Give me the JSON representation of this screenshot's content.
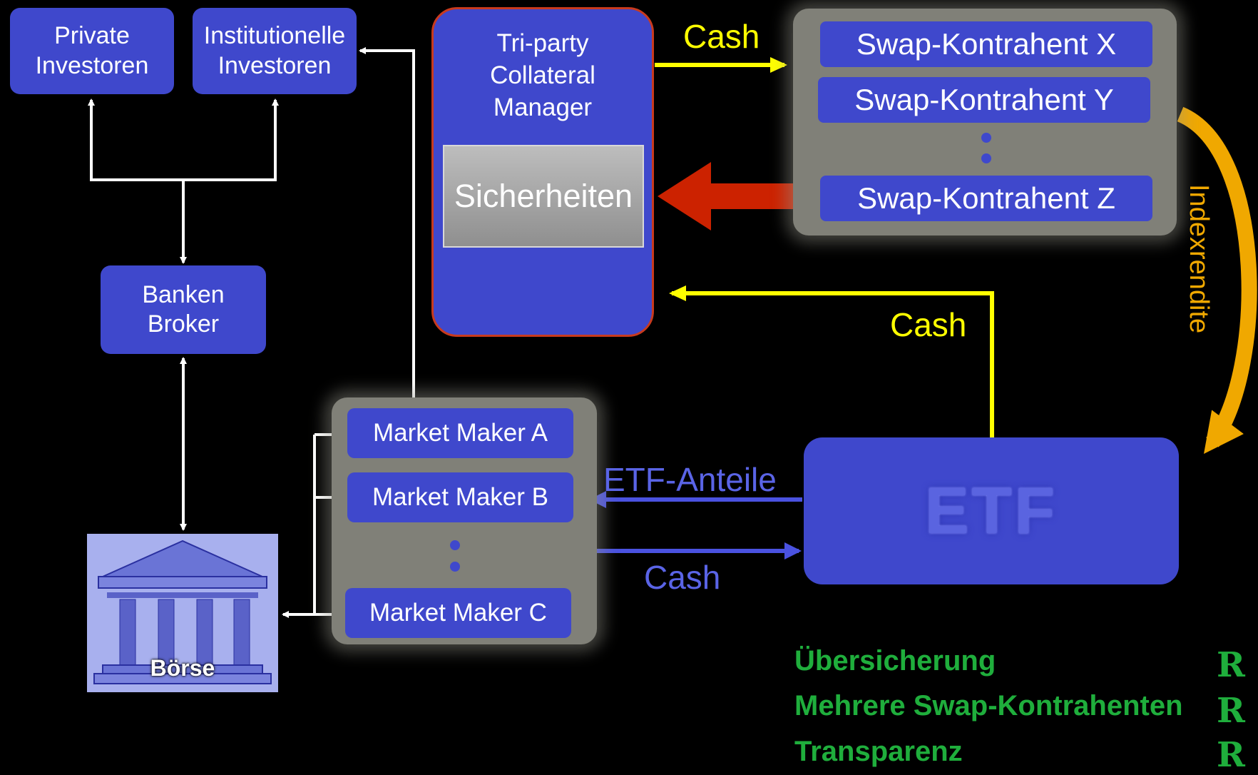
{
  "investors": {
    "private": "Private\nInvestoren",
    "institutional": "Institutionelle\nInvestoren"
  },
  "banks": "Banken\nBroker",
  "exchange": "Börse",
  "collateral_manager": {
    "title": "Tri-party\nCollateral\nManager",
    "securities": "Sicherheiten"
  },
  "swap_counterparties": [
    "Swap-Kontrahent X",
    "Swap-Kontrahent Y",
    "Swap-Kontrahent Z"
  ],
  "market_makers": [
    "Market Maker A",
    "Market Maker B",
    "Market Maker C"
  ],
  "etf": "ETF",
  "flows": {
    "cash_to_swap": "Cash",
    "cash_from_etf": "Cash",
    "etf_shares": "ETF-Anteile",
    "cash_to_etf": "Cash",
    "index_return": "Indexrendite"
  },
  "criteria": [
    {
      "label": "Übersicherung",
      "mark": "R"
    },
    {
      "label": "Mehrere Swap-Kontrahenten",
      "mark": "R"
    },
    {
      "label": "Transparenz",
      "mark": "R"
    }
  ],
  "colors": {
    "box_blue": "#3f48cc",
    "cash_yellow": "#ffff00",
    "index_orange": "#f0a800",
    "collateral_red": "#cc2200",
    "criteria_green": "#1fae3c"
  }
}
